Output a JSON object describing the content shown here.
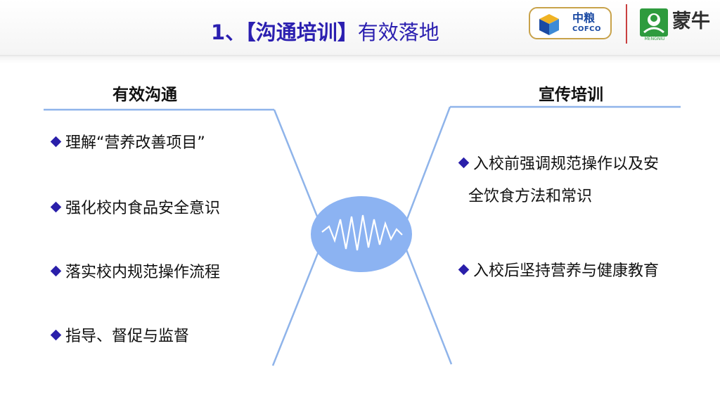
{
  "header": {
    "title_number": "1、",
    "title_bold": "【沟通培训】",
    "title_rest": "有效落地"
  },
  "logos": {
    "cofco_cn": "中粮",
    "cofco_en": "COFCO",
    "mengniu_en": "MENGNIU",
    "mengniu_cn": "蒙牛"
  },
  "left": {
    "heading": "有效沟通",
    "items": [
      "理解“营养改善项目”",
      "强化校内食品安全意识",
      "落实校内规范操作流程",
      "指导、督促与监督"
    ]
  },
  "right": {
    "heading": "宣传培训",
    "items": [
      {
        "line1": "入校前强调规范操作以及安",
        "line2": "全饮食方法和常识"
      },
      {
        "line1": "入校后坚持营养与健康教育",
        "line2": ""
      }
    ]
  },
  "colors": {
    "title": "#2b1fb0",
    "bullet": "#2a1faa",
    "line": "#8fb4ea",
    "ellipse": "#8cb3f2",
    "cofco_blue": "#1b4aa3",
    "mengniu_green": "#2e9b3e"
  }
}
